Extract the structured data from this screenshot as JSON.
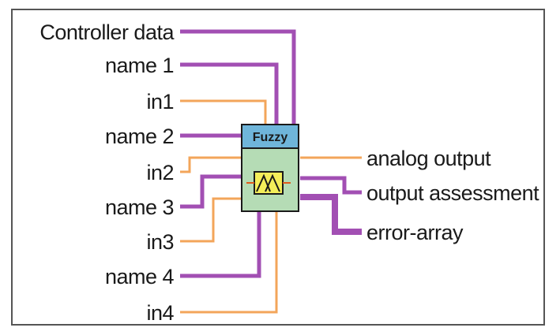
{
  "node": {
    "title": "Fuzzy",
    "icon": "fuzzy-membership-icon"
  },
  "inputs": {
    "controller_data": "Controller data",
    "name1": "name 1",
    "in1": "in1",
    "name2": "name 2",
    "in2": "in2",
    "name3": "name 3",
    "in3": "in3",
    "name4": "name 4",
    "in4": "in4"
  },
  "outputs": {
    "analog_output": "analog output",
    "output_assessment": "output assessment",
    "error_array": "error-array"
  },
  "colors": {
    "cluster_wire": "#a24fb3",
    "numeric_wire": "#f3a55a",
    "node_header": "#6fb5da",
    "node_body": "#b5dcb5",
    "icon_bg": "#f4ee5a"
  }
}
